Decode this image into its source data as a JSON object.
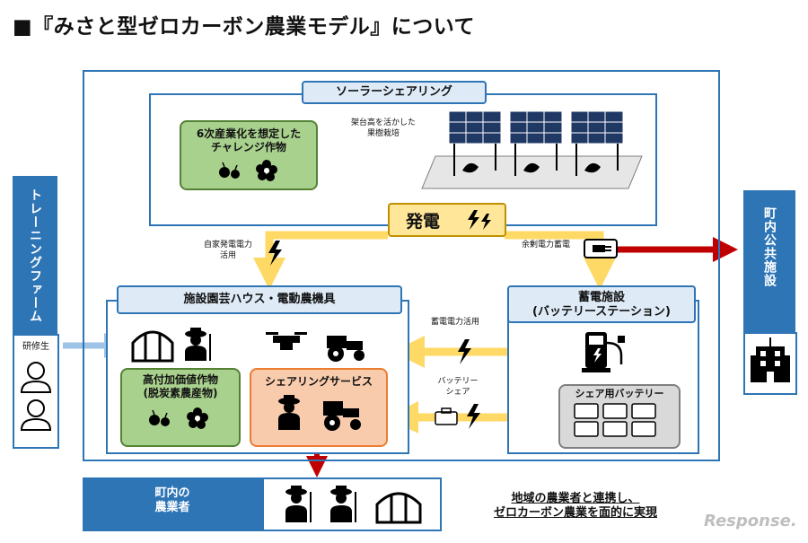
{
  "title": "■『みさと型ゼロカーボン農業モデル』について",
  "solar": {
    "header": "ソーラーシェアリング",
    "challenge_crops": "6次産業化を想定した\nチャレンジ作物",
    "orchard_note": "架台高を活かした\n果樹栽培"
  },
  "power": {
    "label": "発電",
    "self_use": "自家発電電力\n活用",
    "surplus": "余剰電力蓄電"
  },
  "house": {
    "header": "施設園芸ハウス・電動農機具",
    "high_value": "高付加価値作物\n(脱炭素農産物)",
    "sharing_service": "シェアリングサービス"
  },
  "battery": {
    "header": "蓄電施設\n(バッテリーステーション)",
    "storage_use": "蓄電電力活用",
    "battery_share": "バッテリー\nシェア",
    "shared_battery": "シェア用バッテリー"
  },
  "training": {
    "label": "トレーニングファーム",
    "trainee": "研修生"
  },
  "public": {
    "label": "町内公共施設"
  },
  "farmers": {
    "label": "町内の\n農業者",
    "cooperate": "地域の農業者と連携し、\nゼロカーボン農業を面的に実現"
  },
  "watermark": "Response.",
  "colors": {
    "blue": "#2e75b6",
    "arrow_yellow": "#ffd966",
    "arrow_red": "#c00000"
  }
}
